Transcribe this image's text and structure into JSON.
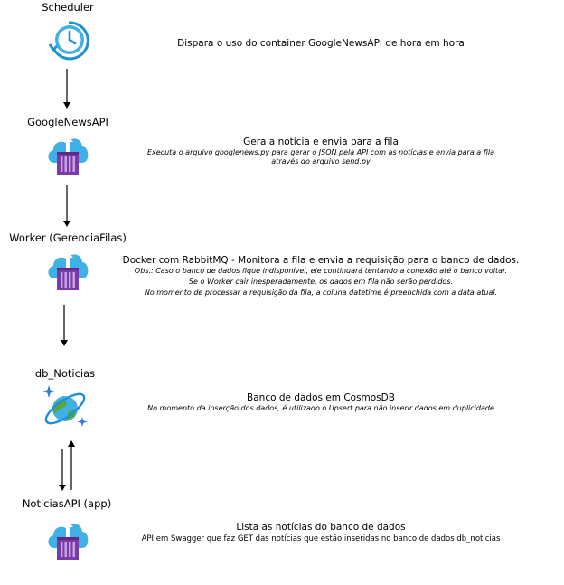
{
  "nodes": [
    {
      "label": "Scheduler",
      "icon": "clock-icon",
      "desc_main": "Dispara o uso do container GoogleNewsAPI de hora em hora",
      "desc_notes": []
    },
    {
      "label": "GoogleNewsAPI",
      "icon": "container-cloud-icon",
      "desc_main": "Gera a notícia e envia para a fila",
      "desc_notes": [
        "Executa o arquivo googlenews.py para gerar o JSON pela API com as notícias e envia para a fila",
        "através do arquivo send.py"
      ]
    },
    {
      "label": "Worker (GerenciaFilas)",
      "icon": "container-cloud-icon",
      "desc_main": "Docker com RabbitMQ - Monitora a fila e envia a requisição para o banco de dados.",
      "desc_notes": [
        "Obs.: Caso o banco de dados fique indisponível, ele continuará tentando a conexão até o banco voltar.",
        "Se o Worker cair inesperadamente, os dados em fila não serão perdidos.",
        "No momento de processar a requisição da fila, a coluna datetime é preenchida com a data atual."
      ]
    },
    {
      "label": "db_Noticias",
      "icon": "cosmosdb-icon",
      "desc_main": "Banco de dados em CosmosDB",
      "desc_notes": [
        "No momento da inserção dos dados, é utilizado o Upsert para não inserir dados em duplicidade"
      ]
    },
    {
      "label": "NoticiasAPI (app)",
      "icon": "container-cloud-icon",
      "desc_main": "Lista as notícias do banco de dados",
      "desc_notes": [
        "API em Swagger que faz GET das notícias que estão inseridas no banco de dados db_noticias"
      ]
    }
  ],
  "colors": {
    "cloud": "#3fb1e6",
    "cloud_dark": "#1f93cf",
    "container": "#7a3aa8",
    "container_stripe": "#c9a7e0",
    "cosmos_ring": "#1f8fd6",
    "cosmos_globe": "#5aa832",
    "spark": "#2b7cd3"
  }
}
